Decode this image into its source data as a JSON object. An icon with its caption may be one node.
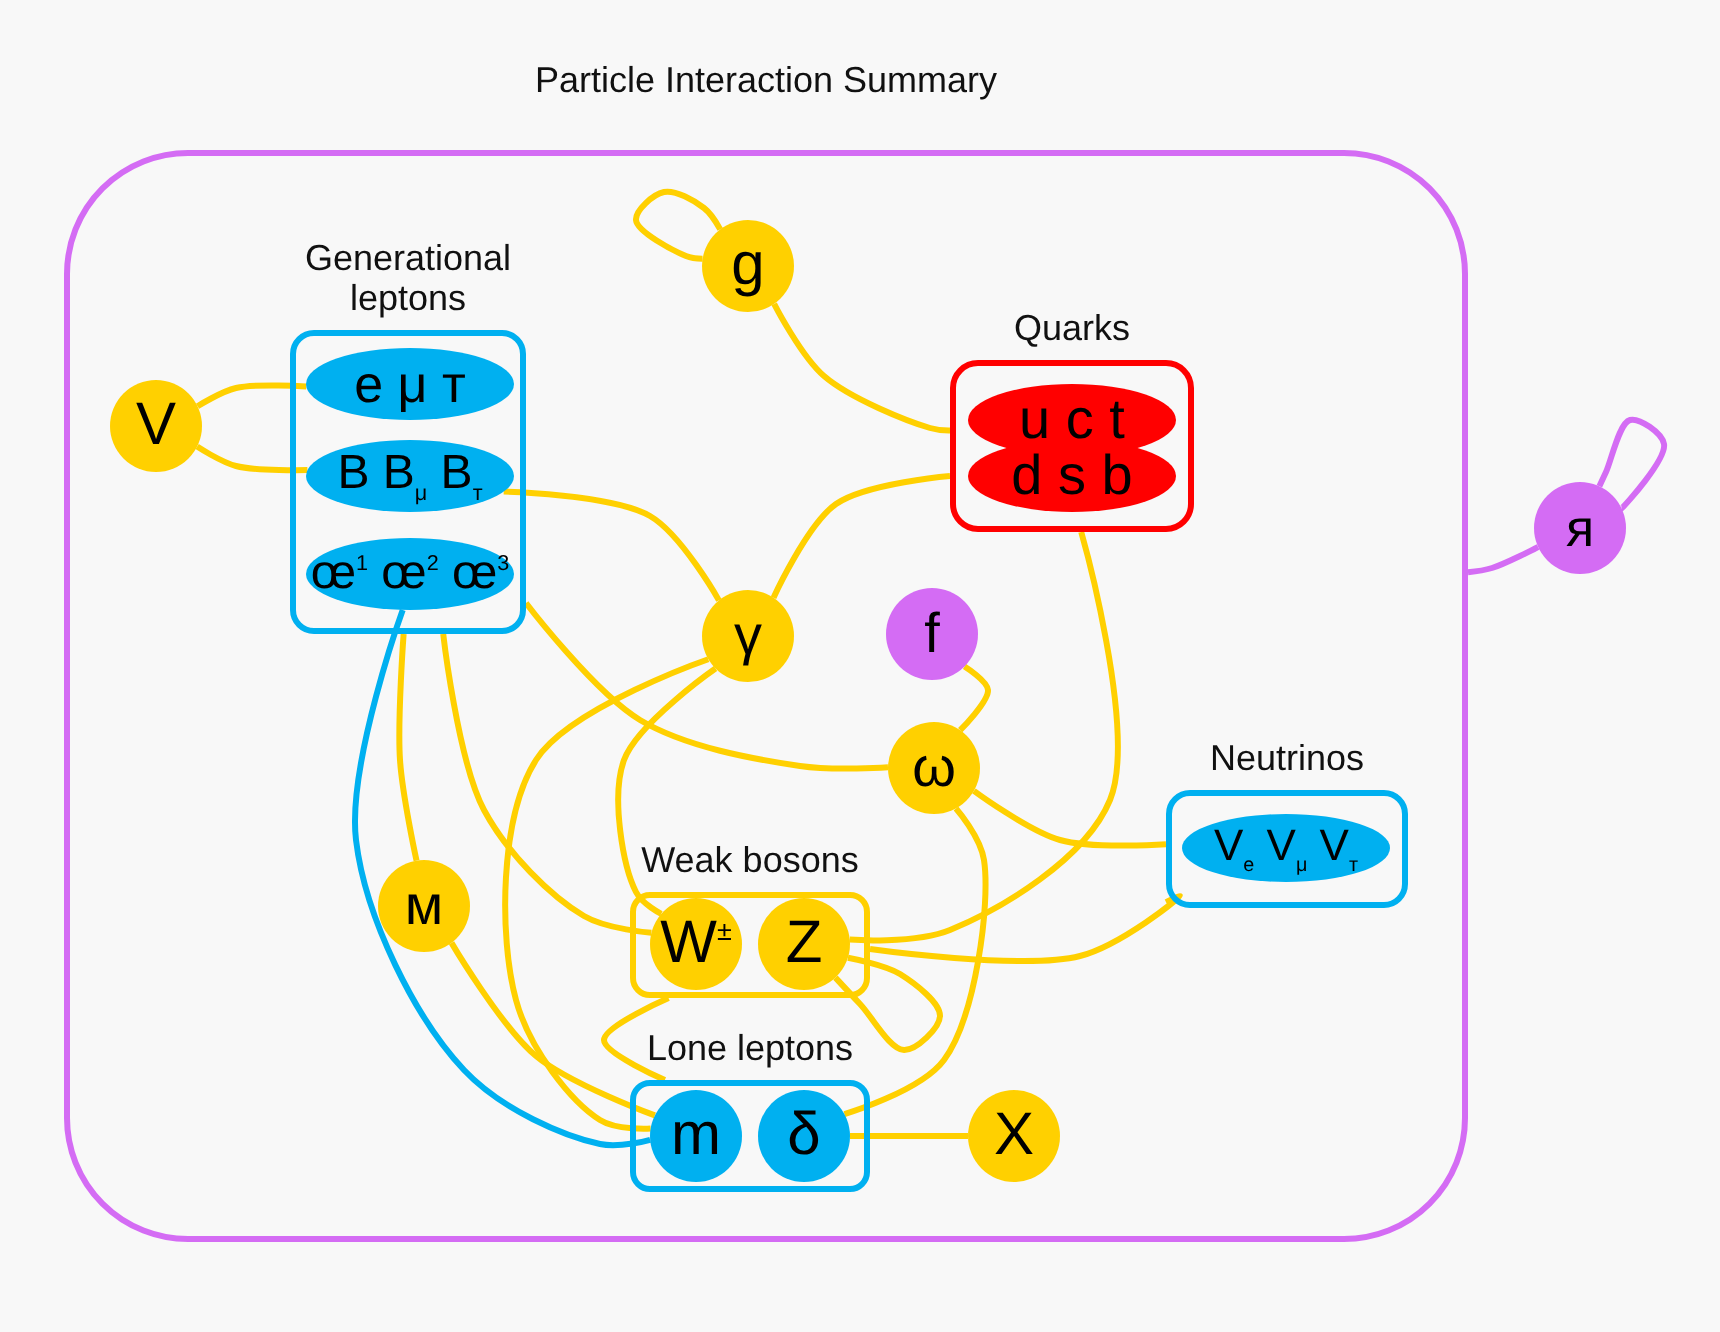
{
  "diagram": {
    "nodes": [
      {
        "text": [
          "Particle Interaction Summary"
        ]
      },
      {
        "text": [
          "Generational leptons"
        ],
        "in": 0
      },
      {
        "text": [
          "e μ т"
        ],
        "in": 1
      },
      {
        "text": [
          "B B$_{μ}$ B$_{т}$"
        ],
        "in": 1
      },
      {
        "text": [
          "œ$^{1}$ œ$^{2}$ œ$^{3}$"
        ],
        "in": 1
      },
      {
        "text": [
          "V"
        ],
        "in": 0
      },
      {
        "text": [
          "g"
        ],
        "in": 0
      },
      {
        "text": [
          "Quarks"
        ],
        "in": 0
      },
      {
        "text": [
          "u c t"
        ],
        "in": 7
      },
      {
        "text": [
          "d s b"
        ],
        "in": 7
      },
      {
        "text": [
          "γ"
        ],
        "in": 0
      },
      {
        "text": [
          "f"
        ],
        "in": 0
      },
      {
        "text": [
          "ω"
        ],
        "in": 0
      },
      {
        "text": [
          "Neutrinos"
        ],
        "in": 0
      },
      {
        "text": [
          "V$_{e}$ V$_{μ}$ V$_{т}$"
        ],
        "in": 13
      },
      {
        "text": [
          "м"
        ],
        "in": 0
      },
      {
        "text": [
          "Weak bosons"
        ],
        "in": 0
      },
      {
        "text": [
          "W$^{±}$"
        ],
        "in": 16
      },
      {
        "text": [
          "Z"
        ],
        "in": 16
      },
      {
        "text": [
          "Lone leptons"
        ],
        "in": 0
      },
      {
        "text": [
          "m"
        ],
        "in": 19
      },
      {
        "text": [
          "δ"
        ],
        "in": 19
      },
      {
        "text": [
          "X"
        ],
        "in": 0
      },
      {
        "text": [
          "я"
        ]
      }
    ],
    "edges": [
      {
        "from": 6,
        "to": 6,
        "arrow": "none"
      },
      {
        "from": 6,
        "to": 7,
        "arrow": "none"
      },
      {
        "from": 5,
        "to": 2,
        "arrow": "none"
      },
      {
        "from": 5,
        "to": 3,
        "arrow": "none"
      },
      {
        "from": 3,
        "to": 10,
        "arrow": "none"
      },
      {
        "from": 10,
        "to": 7,
        "arrow": "none"
      },
      {
        "from": 1,
        "to": 12,
        "arrow": "none"
      },
      {
        "from": 1,
        "to": 17,
        "arrow": "none"
      },
      {
        "from": 1,
        "to": 15,
        "arrow": "none"
      },
      {
        "from": 4,
        "to": 20,
        "arrow": "none",
        "color": "#00b0f0"
      },
      {
        "from": 15,
        "to": 20,
        "arrow": "none"
      },
      {
        "from": 10,
        "to": 17,
        "arrow": "none"
      },
      {
        "from": 10,
        "to": 20,
        "arrow": "none"
      },
      {
        "from": 11,
        "to": 12,
        "arrow": "none"
      },
      {
        "from": 12,
        "to": 13,
        "arrow": "none"
      },
      {
        "from": 12,
        "to": 21,
        "arrow": "none"
      },
      {
        "from": 7,
        "to": 18,
        "arrow": "none"
      },
      {
        "from": 16,
        "to": 13,
        "arrow": "none"
      },
      {
        "from": 18,
        "to": 18,
        "arrow": "none"
      },
      {
        "from": 16,
        "to": 19,
        "arrow": "none"
      },
      {
        "from": 21,
        "to": 22,
        "arrow": "none"
      },
      {
        "from": 0,
        "to": 23,
        "arrow": "none",
        "color": "#d46cf4"
      },
      {
        "from": 23,
        "to": 23,
        "arrow": "none",
        "color": "#d46cf4"
      }
    ]
  }
}
